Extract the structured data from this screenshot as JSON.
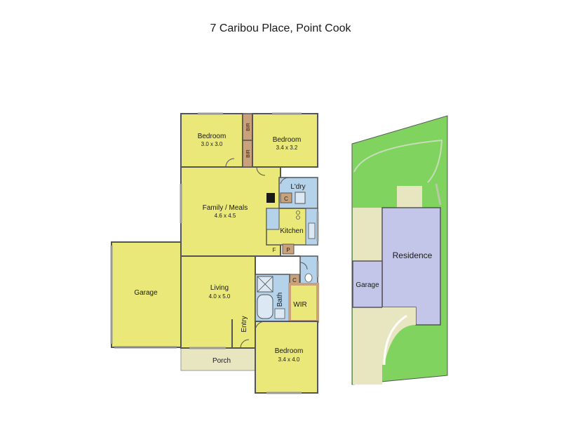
{
  "title": "7 Caribou Place, Point Cook",
  "rooms": {
    "bedroom_1": {
      "name": "Bedroom",
      "size": "3.0 x 3.0"
    },
    "bedroom_2": {
      "name": "Bedroom",
      "size": "3.4 x 3.2"
    },
    "bedroom_3": {
      "name": "Bedroom",
      "size": "3.4 x 4.0"
    },
    "family_meals": {
      "name": "Family / Meals",
      "size": "4.6 x 4.5"
    },
    "living": {
      "name": "Living",
      "size": "4.0 x 5.0"
    },
    "garage": {
      "name": "Garage"
    },
    "porch": {
      "name": "Porch"
    },
    "entry": {
      "name": "Entry"
    },
    "kitchen": {
      "name": "Kitchen"
    },
    "laundry": {
      "name": "L'dry"
    },
    "bath": {
      "name": "Bath"
    },
    "wir": {
      "name": "WIR"
    },
    "bir_top": {
      "name": "BIR"
    },
    "bir_bottom": {
      "name": "BIR"
    },
    "cupboard_laundry": {
      "name": "C"
    },
    "cupboard_hall": {
      "name": "C"
    },
    "fridge": {
      "name": "F"
    },
    "pantry": {
      "name": "P"
    }
  },
  "site_plan": {
    "residence": "Residence",
    "garage": "Garage"
  },
  "colors": {
    "room_yellow": "#e9e878",
    "wet_area_blue": "#b4d2ea",
    "storage_brown": "#c9a27c",
    "porch_beige": "#e8e6c0",
    "lawn_green": "#7fd35e",
    "residence_lilac": "#c3c6e8",
    "wall": "#555555"
  }
}
